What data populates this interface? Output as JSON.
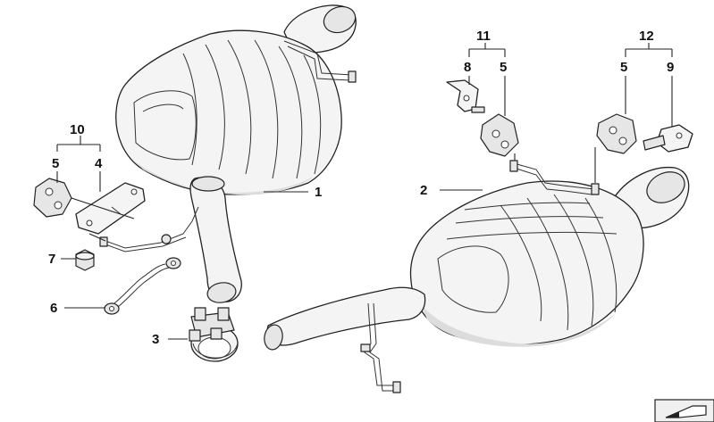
{
  "diagram": {
    "callouts": {
      "c1": "1",
      "c2": "2",
      "c3": "3",
      "c4": "4",
      "c5a": "5",
      "c5b": "5",
      "c5c": "5",
      "c6": "6",
      "c7": "7",
      "c8": "8",
      "c9": "9",
      "c10": "10",
      "c11": "11",
      "c12": "12"
    },
    "parts": [
      {
        "id": "1",
        "name": "left-rear-muffler"
      },
      {
        "id": "2",
        "name": "right-rear-muffler"
      },
      {
        "id": "3",
        "name": "pipe-clamp"
      },
      {
        "id": "4",
        "name": "hanger-bracket"
      },
      {
        "id": "5",
        "name": "rubber-mount"
      },
      {
        "id": "6",
        "name": "ground-strap"
      },
      {
        "id": "7",
        "name": "nut"
      },
      {
        "id": "8",
        "name": "bracket-left"
      },
      {
        "id": "9",
        "name": "bracket-right"
      },
      {
        "id": "10",
        "name": "mount-kit-left"
      },
      {
        "id": "11",
        "name": "mount-kit-right-a"
      },
      {
        "id": "12",
        "name": "mount-kit-right-b"
      }
    ],
    "nav_icon": "next-page-arrow-icon"
  }
}
